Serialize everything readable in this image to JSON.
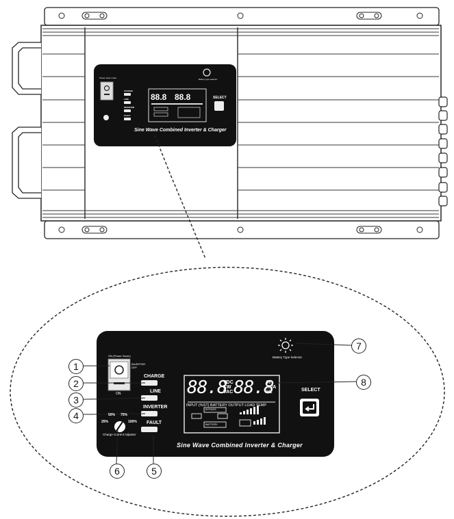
{
  "small_panel": {
    "power_saver_label": "Power saver mode",
    "battery_type_label": "Battery type selector",
    "charge_label": "CHARGE",
    "line_label": "LINE",
    "inverter_label": "INVERTER",
    "fault_label": "FAULT",
    "select_label": "SELECT",
    "title": "Sine Wave Combined Inverter & Charger"
  },
  "panel": {
    "switch_label": "ON (Power Saver)",
    "switch_off_label": "INVERTER OFF",
    "switch_on_label": "ON",
    "battery_type_label": "Battery Type Selector",
    "charge_label": "CHARGE",
    "line_label": "LINE",
    "inverter_label": "INVERTER",
    "fault_label": "FAULT",
    "select_label": "SELECT",
    "knob_25": "25%",
    "knob_50": "50%",
    "knob_75": "75%",
    "knob_100": "100%",
    "knob_label": "Charge Current Adjuster",
    "title": "Sine Wave Combined Inverter & Charger",
    "lcd": {
      "digits_left": "88.8",
      "units_left": [
        "VDC",
        "KW",
        "VAC"
      ],
      "digits_right": "88.8",
      "units_right": [
        "%",
        "KVA",
        "Hz"
      ],
      "status_row": "INPUT (%ST) BATTERY OUTPUT LOAD TEMP",
      "byp": "BYPASS",
      "battery": "BATTERY"
    }
  },
  "callouts": [
    "1",
    "2",
    "3",
    "4",
    "5",
    "6",
    "7",
    "8"
  ]
}
